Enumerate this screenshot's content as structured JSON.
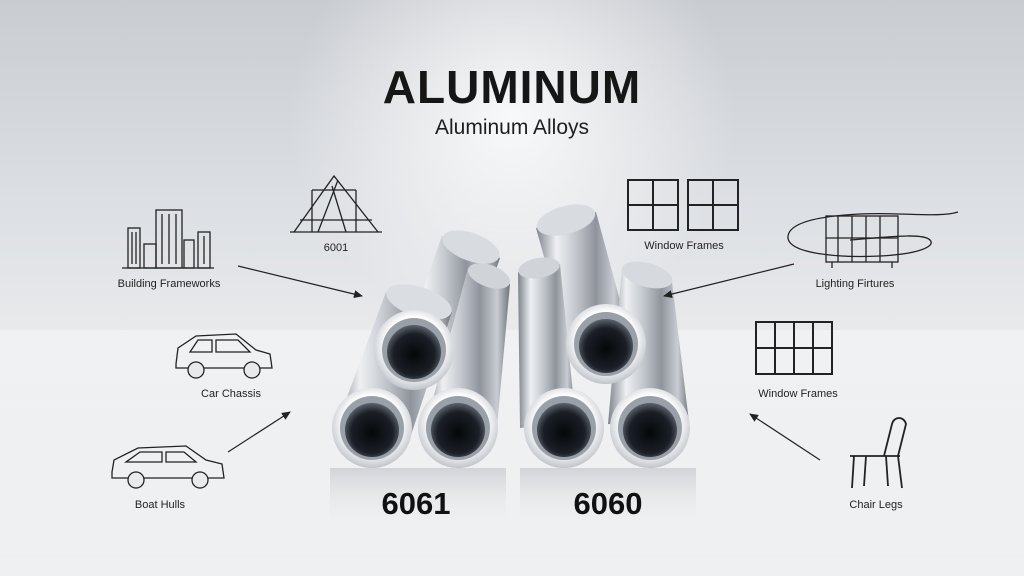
{
  "header": {
    "title": "ALUMINUM",
    "subtitle": "Aluminum Alloys"
  },
  "labels": {
    "building_frameworks": "Building Frameworks",
    "alloy_6001": "6001",
    "car_chassis": "Car Chassis",
    "boat_hulls": "Boat Hulls",
    "window_frames_top": "Window Frames",
    "lighting_fixtures": "Lighting Firtures",
    "window_frames_bottom": "Window Frames",
    "chair_legs": "Chair Legs"
  },
  "alloys": {
    "left": "6061",
    "right": "6060"
  },
  "icons": [
    "building-icon",
    "house-frame-icon",
    "car-icon",
    "suv-icon",
    "window-icon",
    "lamp-icon",
    "chair-icon"
  ],
  "colors": {
    "background_top": "#c9ccd1",
    "background_bottom": "#eff0f1",
    "text": "#161616",
    "pipe_light": "#f4f5f7",
    "pipe_dark": "#5a5e66"
  }
}
